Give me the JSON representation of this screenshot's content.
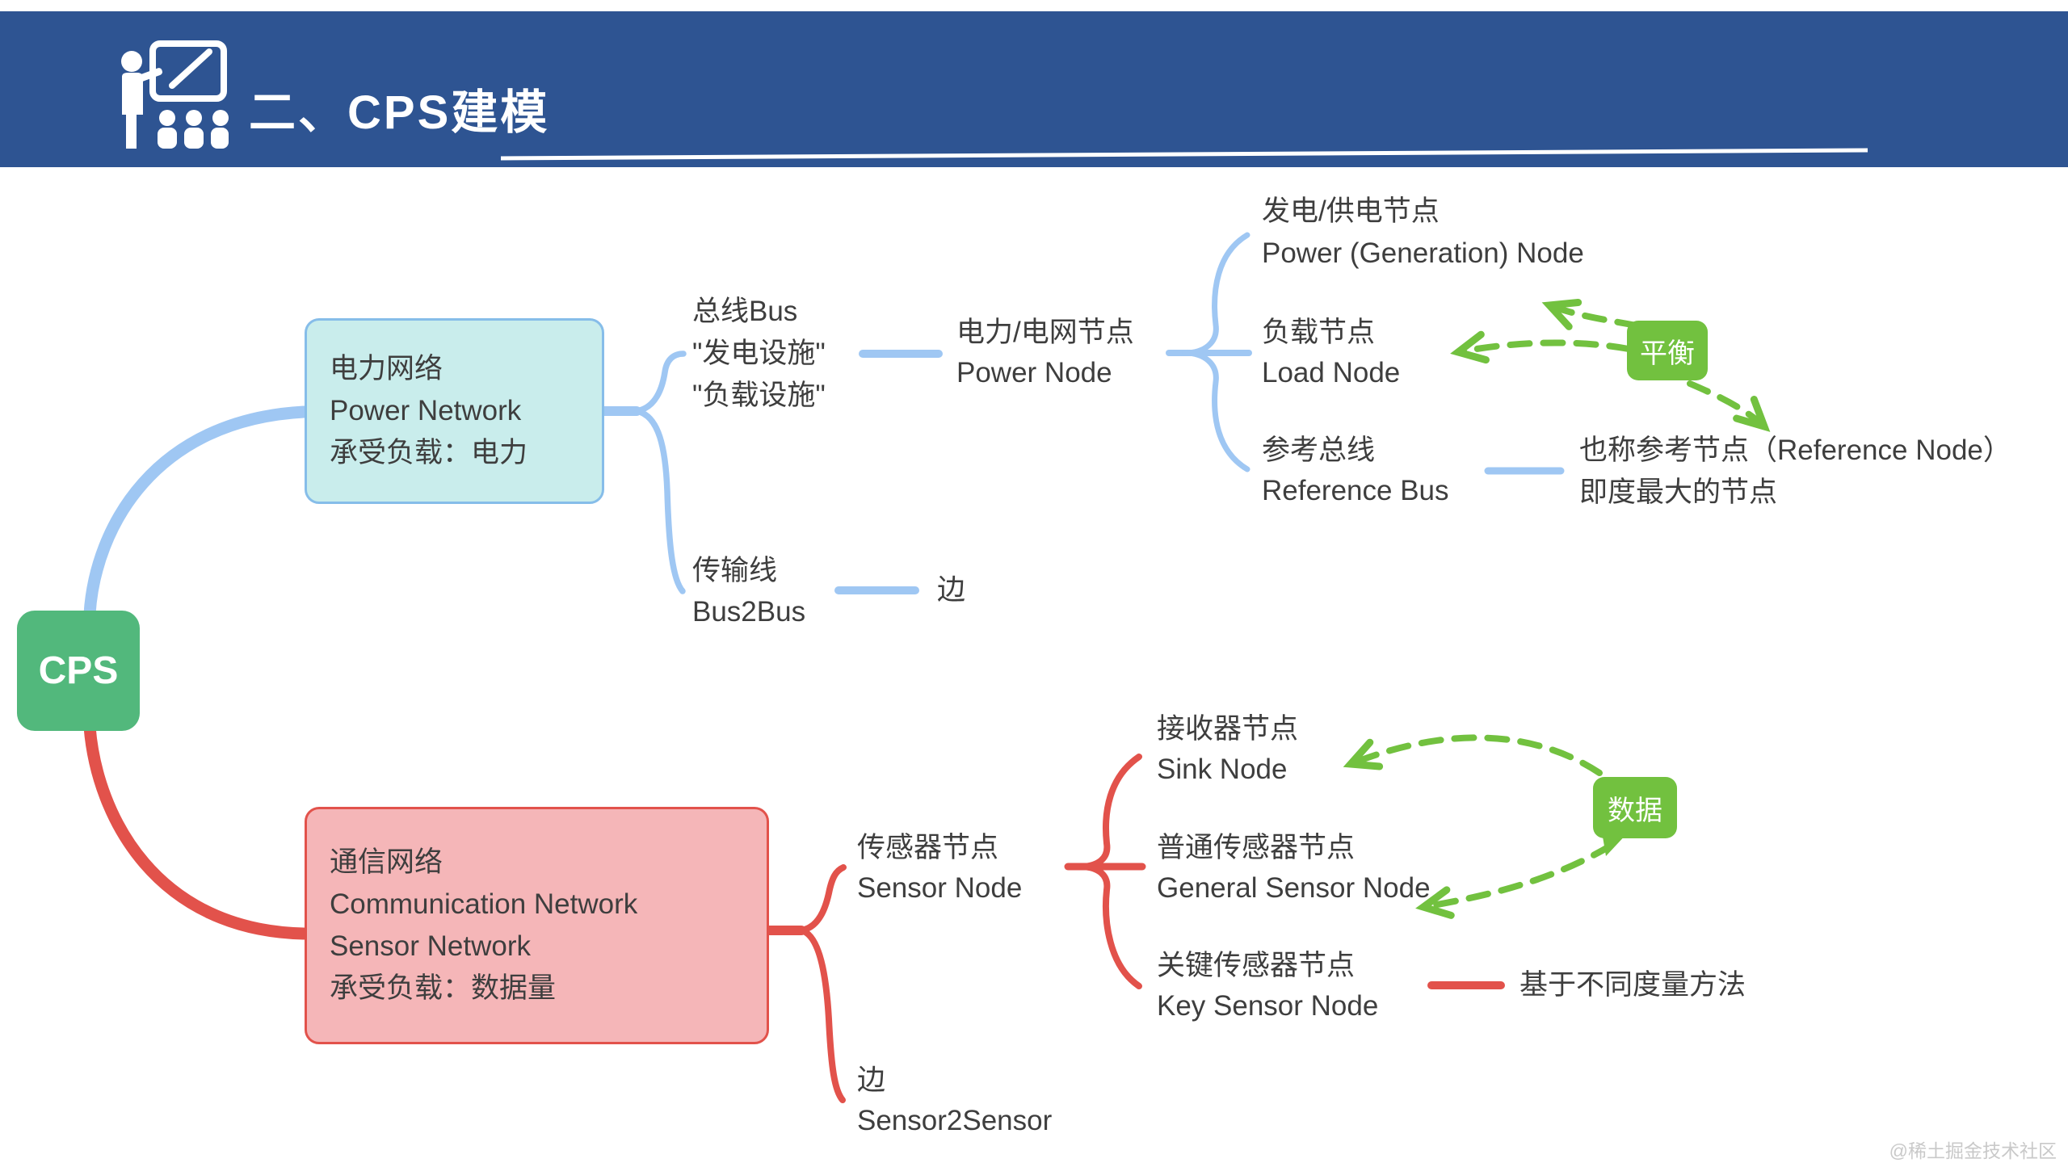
{
  "header": {
    "title": "二、CPS建模",
    "icon": "presenter-at-board-icon"
  },
  "colors": {
    "banner_blue": "#2E5492",
    "root_green": "#52B87C",
    "branch_blue": "#9FC7F3",
    "branch_red": "#E2524B",
    "power_box_fill": "#C9EDEC",
    "power_box_border": "#86BDE9",
    "comm_box_fill": "#F5B6B8",
    "label_green": "#72C13F",
    "text_dark": "#3E3E3E"
  },
  "mindmap": {
    "root_label": "CPS",
    "power_branch": {
      "network_box": {
        "line1": "电力网络",
        "line2": "Power Network",
        "line3": "承受负载：电力"
      },
      "bus_node": {
        "line1": "总线Bus",
        "line2": "\"发电设施\"",
        "line3": "\"负载设施\""
      },
      "power_node": {
        "line1": "电力/电网节点",
        "line2": "Power Node"
      },
      "generation_node": {
        "line1": "发电/供电节点",
        "line2": "Power (Generation) Node"
      },
      "load_node": {
        "line1": "负载节点",
        "line2": "Load Node"
      },
      "reference_bus": {
        "line1": "参考总线",
        "line2": "Reference Bus"
      },
      "reference_note": {
        "line1": "也称参考节点（Reference Node）",
        "line2": "即度最大的节点"
      },
      "balance_label": "平衡",
      "bus2bus_node": {
        "line1": "传输线",
        "line2": "Bus2Bus"
      },
      "edge_node": "边"
    },
    "comm_branch": {
      "network_box": {
        "line1": "通信网络",
        "line2": "Communication Network",
        "line3": "Sensor Network",
        "line4": "承受负载：数据量"
      },
      "sensor_node": {
        "line1": "传感器节点",
        "line2": "Sensor Node"
      },
      "sink_node": {
        "line1": "接收器节点",
        "line2": "Sink Node"
      },
      "general_node": {
        "line1": "普通传感器节点",
        "line2": "General Sensor Node"
      },
      "key_node": {
        "line1": "关键传感器节点",
        "line2": "Key Sensor Node"
      },
      "metric_note": "基于不同度量方法",
      "data_label": "数据",
      "sensor2sensor_node": {
        "line1": "边",
        "line2": "Sensor2Sensor"
      }
    }
  },
  "watermark": "@稀土掘金技术社区"
}
